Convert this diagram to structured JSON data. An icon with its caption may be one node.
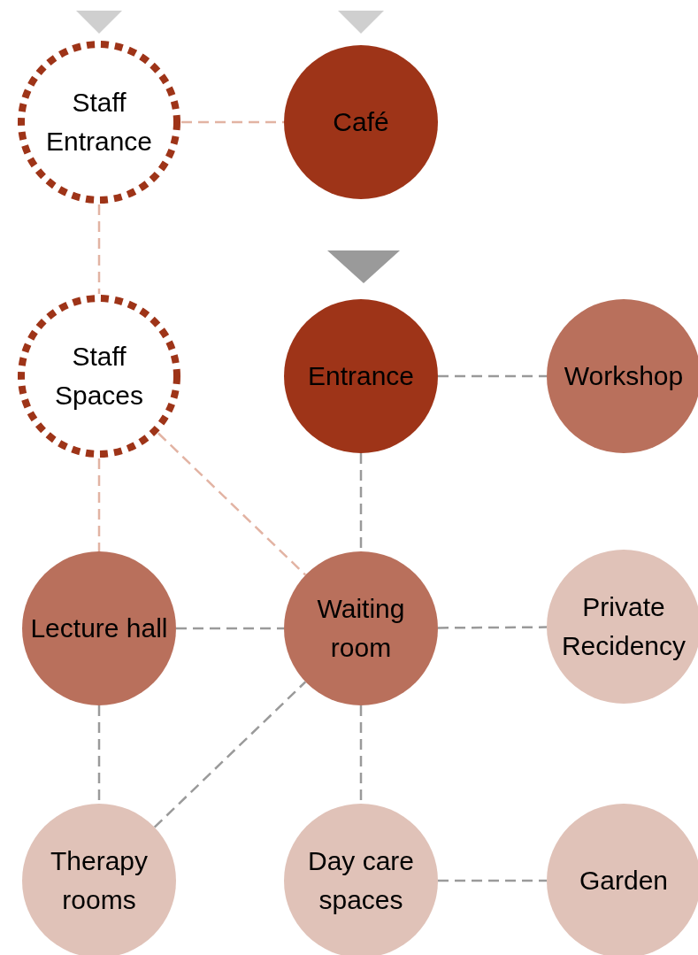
{
  "diagram": {
    "nodes": [
      {
        "text": [
          "Staff Entrance"
        ]
      },
      {
        "text": [
          "Café"
        ]
      },
      {
        "text": [
          "Staff Spaces"
        ]
      },
      {
        "text": [
          "Entrance"
        ]
      },
      {
        "text": [
          "Workshop"
        ]
      },
      {
        "text": [
          "Lecture hall"
        ]
      },
      {
        "text": [
          "Waiting room"
        ]
      },
      {
        "text": [
          "Private Recidency"
        ]
      },
      {
        "text": [
          "Therapy rooms"
        ]
      },
      {
        "text": [
          "Day care spaces"
        ]
      },
      {
        "text": [
          "Garden"
        ]
      }
    ],
    "edges": [
      {
        "from": 0,
        "to": 1,
        "arrow": "none",
        "style": "dashed",
        "color": "#e2b3a3"
      },
      {
        "from": 0,
        "to": 2,
        "arrow": "none",
        "style": "dashed",
        "color": "#e2b3a3"
      },
      {
        "from": 3,
        "to": 4,
        "arrow": "none",
        "style": "dashed"
      },
      {
        "from": 2,
        "to": 5,
        "arrow": "none",
        "style": "dashed",
        "color": "#e2b3a3"
      },
      {
        "from": 2,
        "to": 6,
        "arrow": "none",
        "style": "dashed",
        "color": "#e2b3a3"
      },
      {
        "from": 3,
        "to": 6,
        "arrow": "none",
        "style": "dashed"
      },
      {
        "from": 5,
        "to": 6,
        "arrow": "none",
        "style": "dashed"
      },
      {
        "from": 6,
        "to": 7,
        "arrow": "none",
        "style": "dashed"
      },
      {
        "from": 5,
        "to": 8,
        "arrow": "none",
        "style": "dashed"
      },
      {
        "from": 8,
        "to": 6,
        "arrow": "none",
        "style": "dashed"
      },
      {
        "from": 6,
        "to": 9,
        "arrow": "none",
        "style": "dashed"
      },
      {
        "from": 9,
        "to": 10,
        "arrow": "none",
        "style": "dashed"
      }
    ]
  }
}
